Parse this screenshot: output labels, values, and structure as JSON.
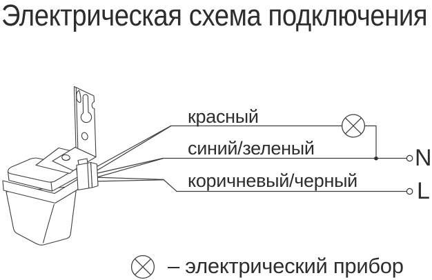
{
  "title": "Электрическая схема подключения",
  "diagram": {
    "device_illustration": "light-sensor-with-mounting-bracket",
    "wires": [
      {
        "label": "красный"
      },
      {
        "label": "синий/зеленый"
      },
      {
        "label": "коричневый/черный"
      }
    ],
    "terminals": [
      {
        "label": "N"
      },
      {
        "label": "L"
      }
    ],
    "lamp_symbol": "circle-with-diagonal-cross"
  },
  "legend": {
    "symbol": "circle-with-diagonal-cross",
    "text": "– электрический прибор"
  },
  "colors": {
    "line": "#3d3d3d",
    "text": "#2e2e2e",
    "background": "#ffffff"
  }
}
